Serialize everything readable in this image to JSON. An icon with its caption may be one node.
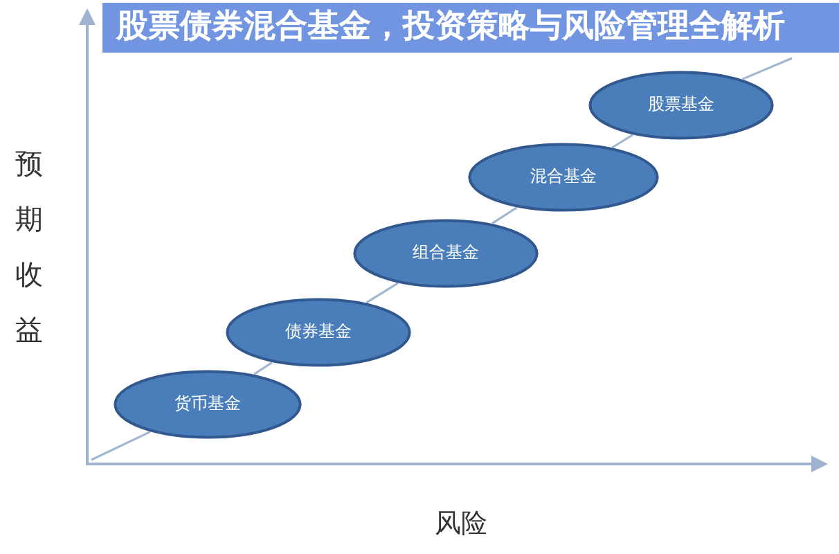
{
  "diagram": {
    "title": "股票债券混合基金，投资策略与风险管理全解析",
    "nodes": [
      {
        "text": [
          "货币基金"
        ]
      },
      {
        "text": [
          "债券基金"
        ]
      },
      {
        "text": [
          "组合基金"
        ]
      },
      {
        "text": [
          "混合基金"
        ]
      },
      {
        "text": [
          "股票基金"
        ]
      }
    ],
    "edges": [
      {
        "from": null,
        "to": 0,
        "arrow": "none"
      },
      {
        "from": 0,
        "to": 1,
        "arrow": "none"
      },
      {
        "from": 1,
        "to": 2,
        "arrow": "none"
      },
      {
        "from": 2,
        "to": 3,
        "arrow": "none"
      },
      {
        "from": 3,
        "to": 4,
        "arrow": "none"
      },
      {
        "from": 4,
        "to": null,
        "arrow": "none"
      }
    ],
    "labels": [
      "预期收益",
      "风险"
    ]
  }
}
